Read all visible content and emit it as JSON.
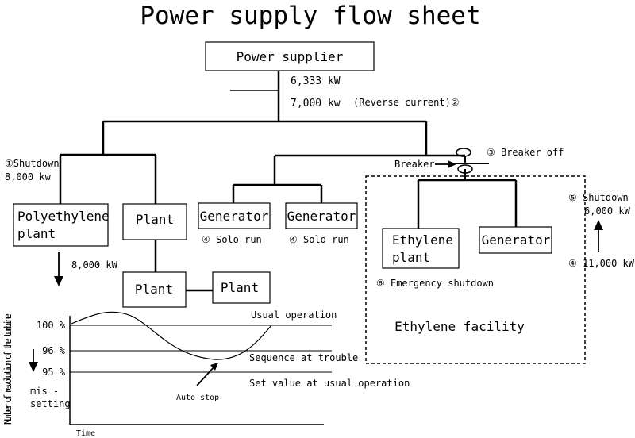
{
  "title": "Power supply flow sheet",
  "nodes": {
    "power_supplier": "Power supplier",
    "polyethylene_plant_l1": "Polyethylene",
    "polyethylene_plant_l2": "plant",
    "plant_a": "Plant",
    "plant_b": "Plant",
    "plant_c": "Plant",
    "generator_1": "Generator",
    "generator_2": "Generator",
    "ethylene_plant_l1": "Ethylene",
    "ethylene_plant_l2": "plant",
    "generator_3": "Generator",
    "ethylene_facility": "Ethylene facility"
  },
  "annotations": {
    "supply_kw": "6,333 kW",
    "reverse_kw": "7,000 kw",
    "reverse_current": "(Reverse current)②",
    "shutdown_1_l1": "①Shutdown",
    "shutdown_1_l2": "8,000 kw",
    "breaker": "Breaker",
    "breaker_off": "③ Breaker off",
    "solo_run_1": "④ Solo run",
    "solo_run_2": "④ Solo run",
    "poly_kw": "8,000 kW",
    "emergency_shutdown": "⑥ Emergency shutdown",
    "shutdown_5_l1": "⑤ Shutdown",
    "shutdown_5_l2": "6,000 kW",
    "load_11000": "④ 11,000 kW"
  },
  "chart_data": {
    "type": "line",
    "xlabel": "Time",
    "ylabel": "Number of revolution of the turbine",
    "ticks": [
      "100 %",
      "96 %",
      "95 %"
    ],
    "reference_lines": [
      "Usual operation",
      "Sequence at trouble",
      "Set value at usual operation"
    ],
    "annotations": [
      "Auto stop",
      "mis -",
      "setting"
    ]
  }
}
